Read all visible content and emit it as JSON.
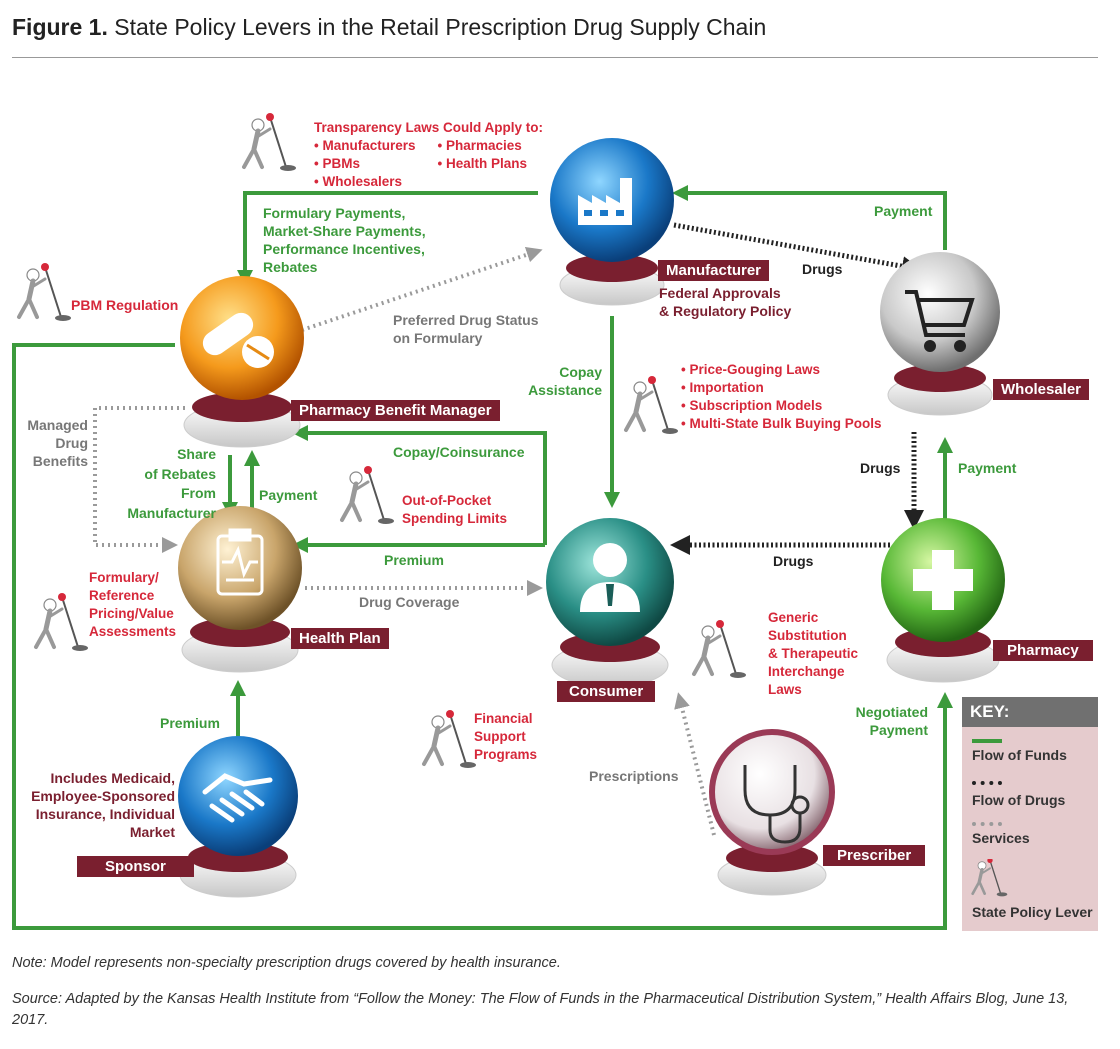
{
  "title": {
    "prefix": "Figure 1.",
    "text": "State Policy Levers in the Retail Prescription Drug Supply Chain"
  },
  "nodes": {
    "manufacturer": "Manufacturer",
    "wholesaler": "Wholesaler",
    "pbm": "Pharmacy Benefit Manager",
    "health_plan": "Health Plan",
    "consumer": "Consumer",
    "pharmacy": "Pharmacy",
    "sponsor": "Sponsor",
    "prescriber": "Prescriber"
  },
  "flows": {
    "payment_to_manufacturer": "Payment",
    "drugs_mfr_to_wholesaler": "Drugs",
    "formulary_payments": [
      "Formulary Payments,",
      "Market-Share Payments,",
      "Performance Incentives,",
      "Rebates"
    ],
    "preferred_drug_status": [
      "Preferred Drug Status",
      "on Formulary"
    ],
    "copay_assistance": [
      "Copay",
      "Assistance"
    ],
    "managed_drug_benefits": [
      "Managed",
      "Drug",
      "Benefits"
    ],
    "share_of_rebates": [
      "Share",
      "of Rebates",
      "From",
      "Manufacturer"
    ],
    "payment_plan_to_pbm": "Payment",
    "copay_coinsurance": "Copay/Coinsurance",
    "premium_consumer_to_plan": "Premium",
    "drug_coverage": "Drug Coverage",
    "drugs_wholesaler_to_pharmacy": "Drugs",
    "payment_pharmacy_to_wholesaler": "Payment",
    "drugs_pharmacy_to_consumer": "Drugs",
    "premium_sponsor_to_plan": "Premium",
    "negotiated_payment": [
      "Negotiated",
      "Payment"
    ],
    "prescriptions": "Prescriptions"
  },
  "levers": {
    "transparency_heading": "Transparency Laws Could Apply to:",
    "transparency_col1": [
      "• Manufacturers",
      "• PBMs",
      "• Wholesalers"
    ],
    "transparency_col2": [
      "• Pharmacies",
      "• Health Plans"
    ],
    "pbm_regulation": "PBM Regulation",
    "federal_approvals": [
      "Federal Approvals",
      "& Regulatory Policy"
    ],
    "pricing_levers": [
      "• Price-Gouging Laws",
      "• Importation",
      "• Subscription Models",
      "• Multi-State Bulk Buying Pools"
    ],
    "out_of_pocket": [
      "Out-of-Pocket",
      "Spending Limits"
    ],
    "formulary_assessments": [
      "Formulary/",
      "Reference",
      "Pricing/Value",
      "Assessments"
    ],
    "generic_substitution": [
      "Generic",
      "Substitution",
      "& Therapeutic",
      "Interchange",
      "Laws"
    ],
    "financial_support": [
      "Financial",
      "Support",
      "Programs"
    ],
    "sponsor_includes": [
      "Includes Medicaid,",
      "Employee-Sponsored",
      "Insurance, Individual",
      "Market"
    ]
  },
  "key": {
    "heading": "KEY:",
    "funds": "Flow of Funds",
    "drugs": "Flow of Drugs",
    "services": "Services",
    "lever": "State Policy Lever"
  },
  "note": "Note: Model represents non-specialty prescription drugs covered by health insurance.",
  "source": "Source: Adapted by the Kansas Health Institute from “Follow the Money: The Flow of Funds in the Pharmaceutical Distribution System,” Health Affairs Blog, June 13, 2017.",
  "colors": {
    "funds_green": "#3c9a3c",
    "drugs_black": "#222222",
    "services_gray": "#9a9a9a",
    "lever_red": "#d6283a",
    "tag_maroon": "#7a1f2f"
  },
  "icons": {
    "manufacturer": "factory-icon",
    "wholesaler": "shopping-cart-icon",
    "pbm": "pills-icon",
    "health_plan": "clipboard-icon",
    "consumer": "person-icon",
    "pharmacy": "medical-cross-icon",
    "sponsor": "handshake-icon",
    "prescriber": "stethoscope-icon",
    "lever": "person-pulling-lever-icon"
  }
}
